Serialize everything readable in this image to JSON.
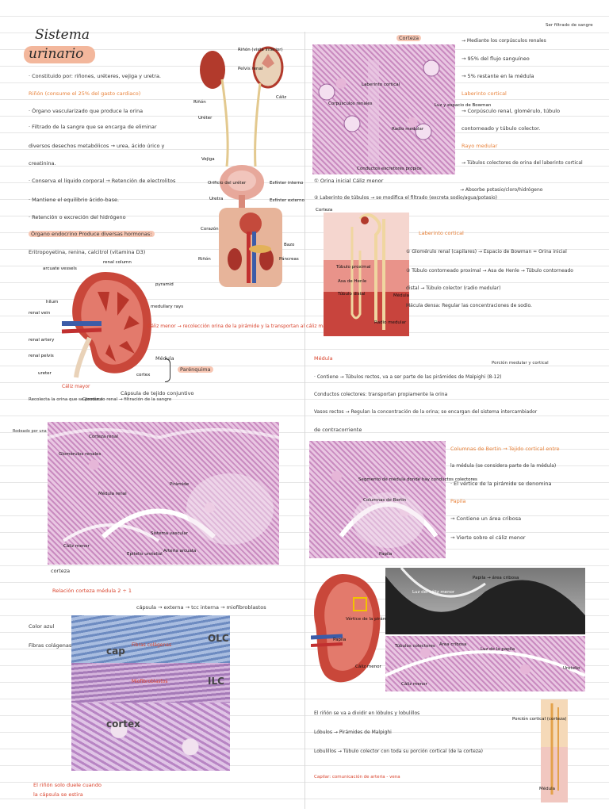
{
  "title": {
    "line1": "Sistema",
    "line2": "urinario"
  },
  "left": {
    "notes": [
      {
        "t": "· Constituido por: riñones, uréteres, vejiga y uretra.",
        "c": ""
      },
      {
        "t": "Riñón (consume el 25% del gasto cardiaco)",
        "c": "orange"
      },
      {
        "t": "· Órgano vascularizado que produce la orina",
        "c": ""
      },
      {
        "t": "· Filtrado de la sangre que se encarga de eliminar",
        "c": ""
      },
      {
        "t": "diversos desechos metabólicos → urea, ácido úrico y",
        "c": ""
      },
      {
        "t": "creatinina.",
        "c": ""
      },
      {
        "t": "· Conserva el líquido corporal → Retención de electrolitos",
        "c": ""
      },
      {
        "t": "· Mantiene el equilibrio ácido-base.",
        "c": ""
      },
      {
        "t": "· Retención o excreción del hidrógeno",
        "c": ""
      },
      {
        "t": "Órgano endocrino  Produce diversas hormonas:",
        "c": ""
      },
      {
        "t": "Eritropoyetina, renina, calcitrol (vitamina D3)",
        "c": ""
      }
    ],
    "urinary_labels": [
      "Riñón (vista interior)",
      "Pelvis renal",
      "Riñón",
      "Uréter",
      "Cáliz",
      "Vejiga",
      "Orificio del uréter",
      "Esfínter interno",
      "Uretra",
      "Esfínter externo"
    ],
    "torso_labels": [
      "Corazón",
      "Bazo",
      "Riñón",
      "Páncreas"
    ],
    "kidney_labels": [
      "arcuate vessels",
      "renal column",
      "pyramid",
      "medullary rays",
      "hilum",
      "renal vein",
      "renal artery",
      "renal pelvis",
      "ureter",
      "cortex"
    ],
    "kidney_notes": [
      "Cáliz menor → recolección orina de la pirámide y la transportan al cáliz mayor",
      "Médula",
      "Cortex",
      "Parénquima",
      "Cápsula de tejido conjuntivo",
      "Cáliz mayor",
      "Glomérulo renal → filtración de la sangre",
      "Recolecta la orina que se produce"
    ],
    "histo1_labels": [
      "Corteza renal",
      "Glomérulos renales",
      "Médula renal",
      "Pirámide",
      "Cáliz menor",
      "Epitelio urotelial",
      "Sistema vascular",
      "Arteria arcuata"
    ],
    "histo1_note": "Rodeado por una cápsula de tejido conjuntivo",
    "corteza_label": "corteza",
    "relation": "Relación corteza médula 2 ÷ 1",
    "capsule_line": "cápsula → externa → tcc   interna → miofibroblastos",
    "side_notes": [
      "Color azul",
      "Fibras colágenas"
    ],
    "histo2_labels": [
      "cap",
      "OLC",
      "ILC",
      "cortex",
      "Fibras colágenas",
      "Miofibroblastos"
    ],
    "bottom_note": [
      "El riñón solo duele cuando",
      "la cápsula se estira"
    ]
  },
  "right": {
    "corteza_title": "Corteza",
    "corteza_notes": [
      "→ Mediante los corpúsculos renales",
      "→ 95% del flujo sanguíneo",
      "→ 5% restante en la médula",
      "Laberinto cortical",
      "→ Corpúsculo renal, glomérulo, túbulo",
      "contorneado y túbulo colector.",
      "Rayo medular",
      "→ Túbulos colectores de orina del laberinto cortical"
    ],
    "corteza_top_note": "Ser filtrado de sangre",
    "hist_labels": [
      "Corpúsculos renales",
      "Laberinto cortical",
      "Radio medular",
      "Luz y espacio de Bowman",
      "Conductos excretores propios"
    ],
    "nephron_header": "① Orina inicial        Cáliz menor",
    "nephron_notes": [
      "② Laberinto de túbulos → se modifica el filtrado (excreta sodio/agua/potasio)",
      "→ Absorbe potasio/cloro/hidrógeno",
      "Laberinto cortical",
      "① Glomérulo renal (capilares) → Espacio de Bowman = Orina inicial",
      "② Túbulo contorneado proximal → Asa de Henle → Túbulo contorneado",
      "distal → Túbulo colector (radio medular)",
      "Mácula densa: Regular las concentraciones de sodio."
    ],
    "nephron_labels": [
      "Corteza",
      "Túbulo proximal",
      "Asa de Henle",
      "Túbulo distal",
      "Radio medular",
      "Médula"
    ],
    "medula_title": "Médula",
    "medula_notes": [
      "· Contiene → Túbulos rectos, va a ser parte de las pirámides de Malpighi (8-12)",
      "Conductos colectores: transportan propiamente la orina",
      "Vasos rectos → Regulan la concentración de la orina; se encargan del sistema intercambiador",
      "de contracorriente",
      "Columnas de Bertin → Tejido cortical entre",
      "la médula (se considera parte de la médula)",
      "· El vértice de la pirámide se denomina",
      "Papila",
      "→ Contiene un área cribosa",
      "→ Vierte sobre el cáliz menor"
    ],
    "medula_top_note": "Porción medular y cortical",
    "histo3_labels": [
      "Segmento de médula donde hay conductos colectores",
      "Columnas de Bertin",
      "Papila"
    ],
    "bottom_notes": [
      "El riñón se va a dividir en lóbulos y lobulillos",
      "Lóbulos → Pirámides de Malpighi",
      "Lobulillos → Túbulo colector con toda su porción cortical (de la corteza)"
    ],
    "kidney2_labels": [
      "Vértice de la pirámide",
      "Cáliz menor",
      "Papila"
    ],
    "xray_labels": [
      "Luz del cáliz menor",
      "Papila → área cribosa"
    ],
    "histo4_labels": [
      "Túbulos colectores",
      "Área cribosa",
      "Luz de la papila",
      "Cáliz menor",
      "Urotelio"
    ],
    "diagram_labels": [
      "Porción cortical (corteza)",
      "Médula"
    ],
    "capilar_note": "Capilar: comunicación de arteria - vena"
  }
}
